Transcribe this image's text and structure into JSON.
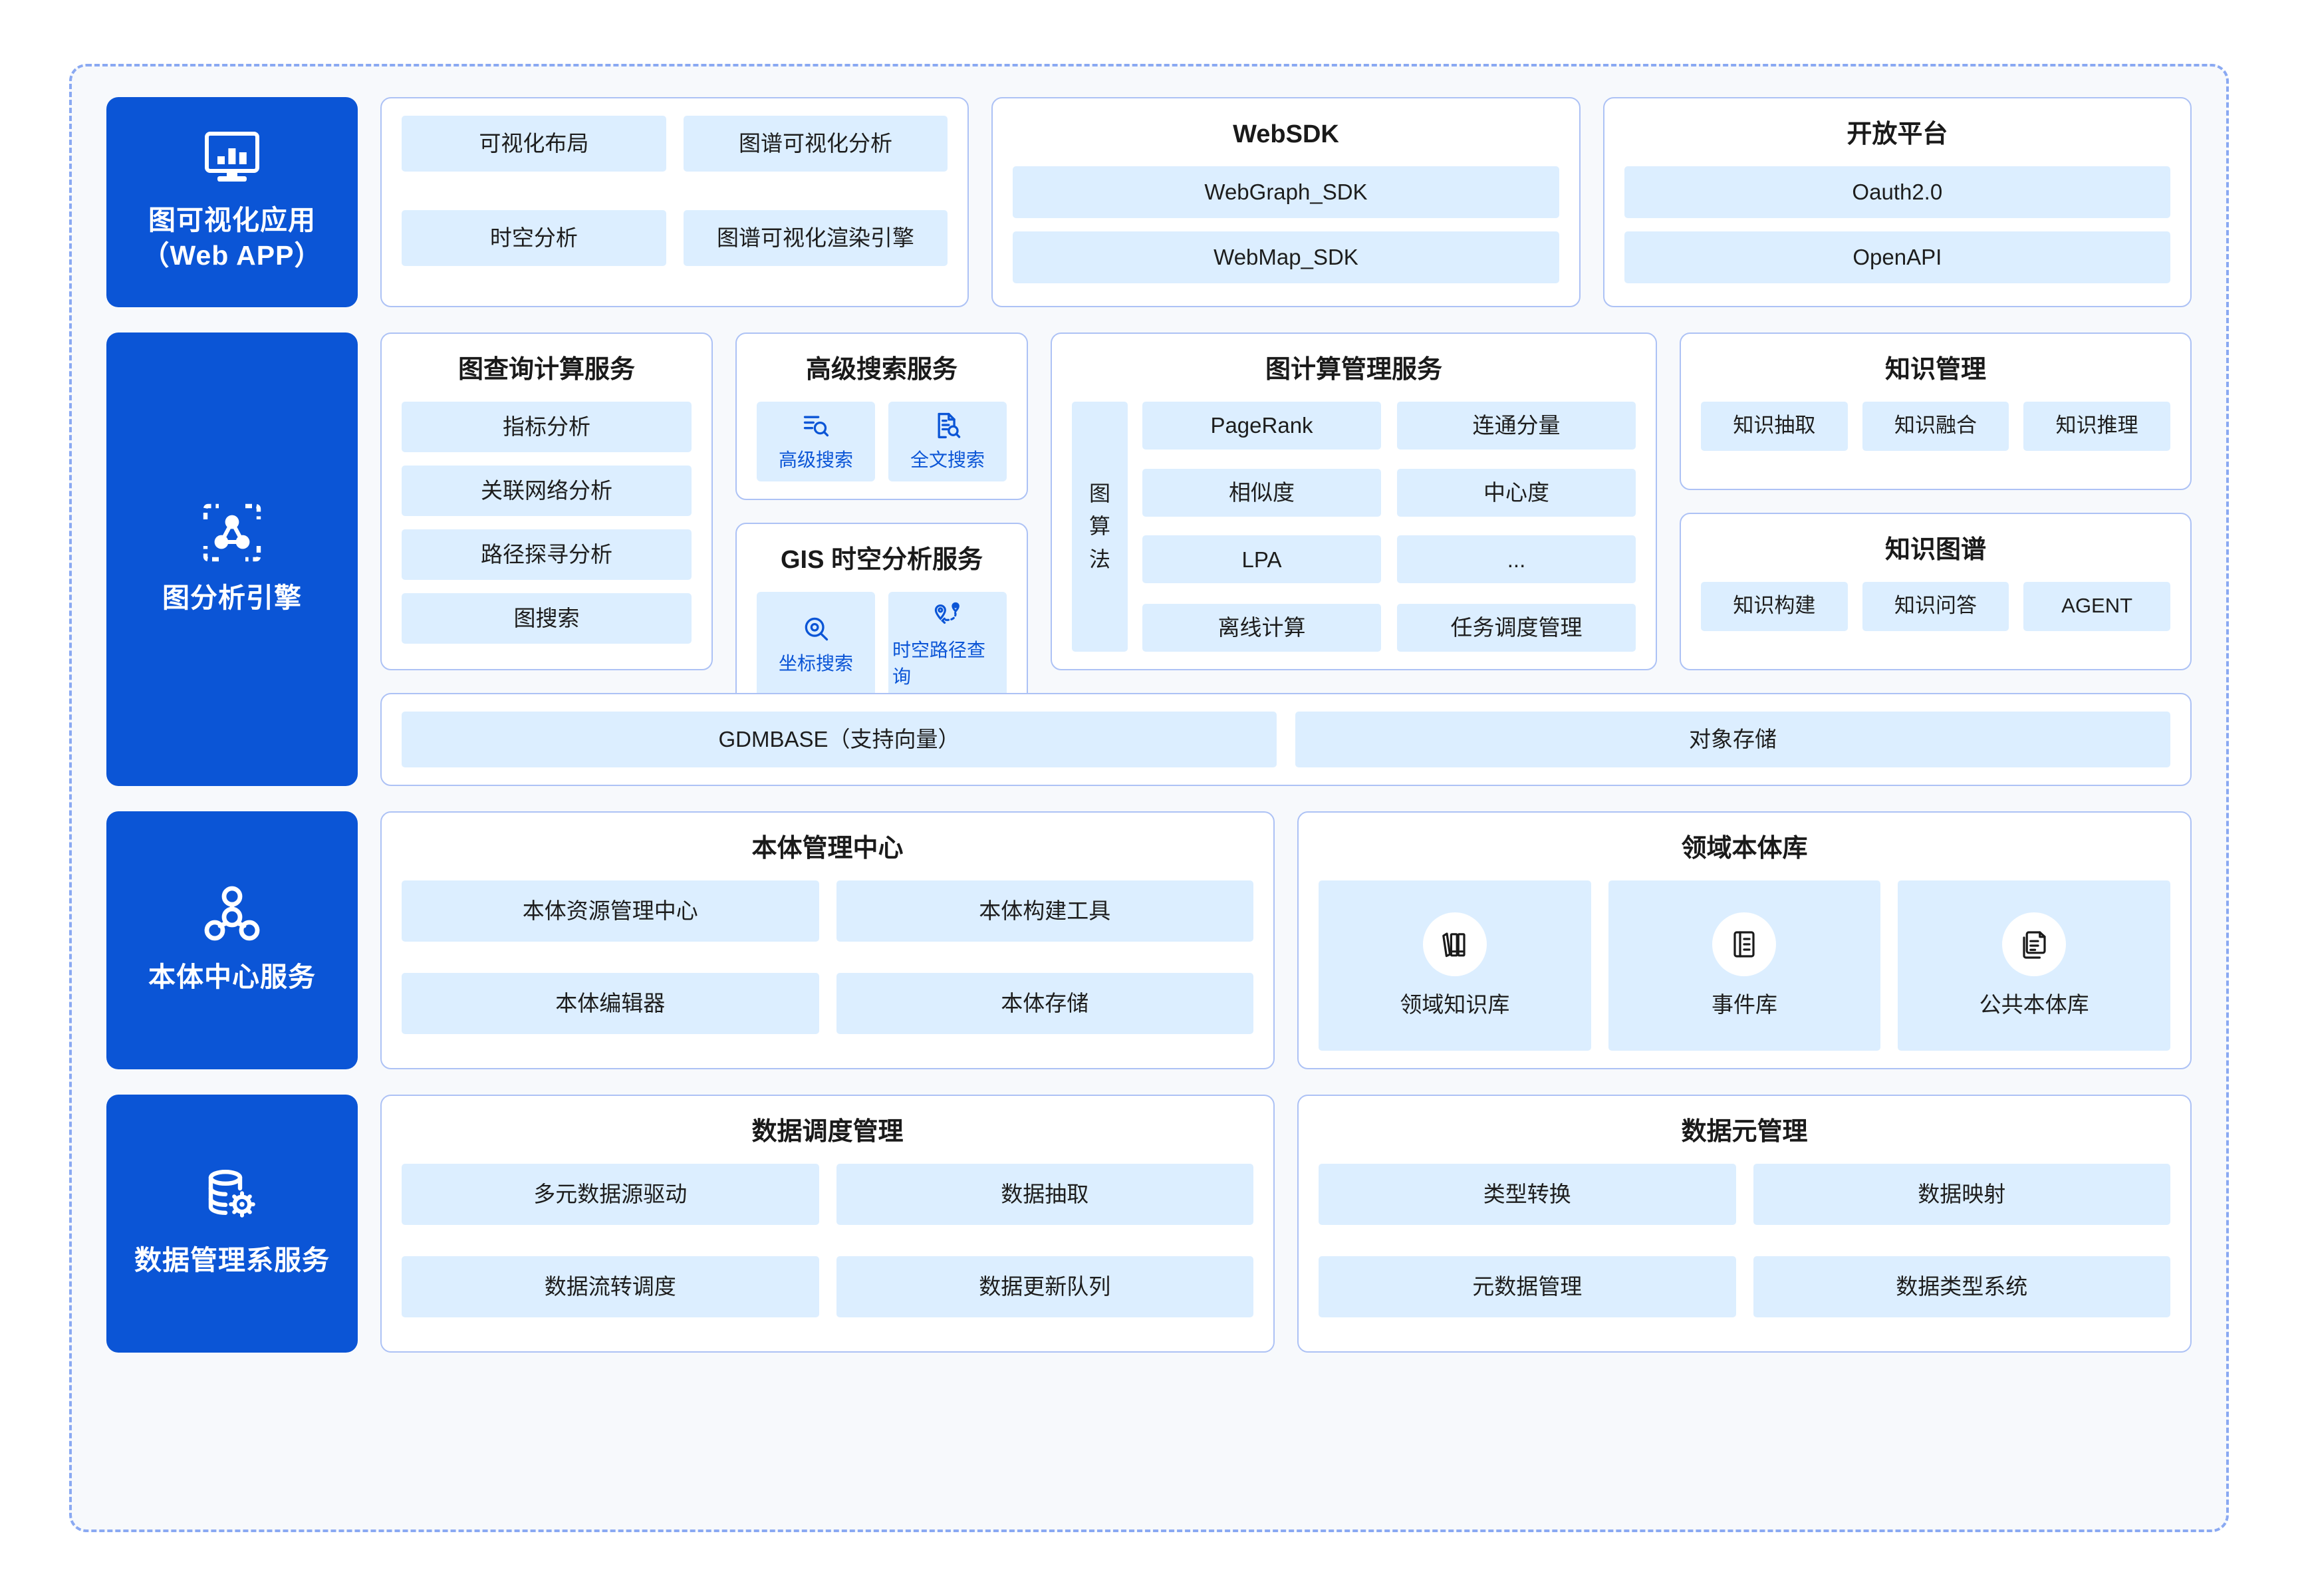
{
  "layers": [
    {
      "id": "visualization",
      "sidebar": {
        "icon": "monitor-chart-icon",
        "title": "图可视化应用\n（Web APP）",
        "line1": "图可视化应用",
        "line2": "（Web APP）"
      },
      "cards": [
        {
          "id": "vis-app",
          "title": "",
          "items": [
            "可视化布局",
            "图谱可视化分析",
            "时空分析",
            "图谱可视化渲染引擎"
          ]
        },
        {
          "id": "websdk",
          "title": "WebSDK",
          "items": [
            "WebGraph_SDK",
            "WebMap_SDK"
          ]
        },
        {
          "id": "open-platform",
          "title": "开放平台",
          "items": [
            "Oauth2.0",
            "OpenAPI"
          ]
        }
      ]
    },
    {
      "id": "graph-engine",
      "sidebar": {
        "icon": "graph-scan-icon",
        "title": "图分析引擎",
        "line1": "图分析引擎",
        "line2": ""
      },
      "query": {
        "title": "图查询计算服务",
        "items": [
          "指标分析",
          "关联网络分析",
          "路径探寻分析",
          "图搜索"
        ]
      },
      "advanced_search": {
        "title": "高级搜索服务",
        "items": [
          {
            "label": "高级搜索",
            "icon": "advanced-search-icon"
          },
          {
            "label": "全文搜索",
            "icon": "fulltext-search-icon"
          }
        ]
      },
      "gis": {
        "title": "GIS 时空分析服务",
        "items": [
          {
            "label": "坐标搜索",
            "icon": "coordinate-search-icon"
          },
          {
            "label": "时空路径查询",
            "icon": "route-path-icon"
          }
        ]
      },
      "compute": {
        "title": "图计算管理服务",
        "vertical_label": "图算法",
        "algorithms": [
          "PageRank",
          "连通分量",
          "相似度",
          "中心度",
          "LPA",
          "..."
        ],
        "bottom": [
          "离线计算",
          "任务调度管理"
        ]
      },
      "knowledge_mgmt": {
        "title": "知识管理",
        "items": [
          "知识抽取",
          "知识融合",
          "知识推理"
        ]
      },
      "knowledge_graph": {
        "title": "知识图谱",
        "items": [
          "知识构建",
          "知识问答",
          "AGENT"
        ]
      },
      "storage": {
        "title": "",
        "items": [
          "GDMBASE（支持向量）",
          "对象存储"
        ]
      }
    },
    {
      "id": "ontology",
      "sidebar": {
        "icon": "node-network-icon",
        "title": "本体中心服务",
        "line1": "本体中心服务",
        "line2": ""
      },
      "cards": [
        {
          "id": "ontology-center",
          "title": "本体管理中心",
          "items": [
            "本体资源管理中心",
            "本体构建工具",
            "本体编辑器",
            "本体存储"
          ]
        }
      ],
      "library": {
        "title": "领域本体库",
        "items": [
          {
            "label": "领域知识库",
            "icon": "books-icon"
          },
          {
            "label": "事件库",
            "icon": "document-list-icon"
          },
          {
            "label": "公共本体库",
            "icon": "copy-document-icon"
          }
        ]
      }
    },
    {
      "id": "data-mgmt",
      "sidebar": {
        "icon": "database-gear-icon",
        "title": "数据管理系服务",
        "line1": "数据管理系服务",
        "line2": ""
      },
      "cards": [
        {
          "id": "data-schedule",
          "title": "数据调度管理",
          "items": [
            "多元数据源驱动",
            "数据抽取",
            "数据流转调度",
            "数据更新队列"
          ]
        },
        {
          "id": "data-element",
          "title": "数据元管理",
          "items": [
            "类型转换",
            "数据映射",
            "元数据管理",
            "数据类型系统"
          ]
        }
      ]
    }
  ],
  "colors": {
    "primary_blue": "#0b55d6",
    "chip_blue": "#dceeff",
    "card_border": "#adc2f5",
    "dashed_border": "#8aa9f2",
    "canvas_bg": "#f7f9fc",
    "text_dark": "#1a1a1a"
  }
}
